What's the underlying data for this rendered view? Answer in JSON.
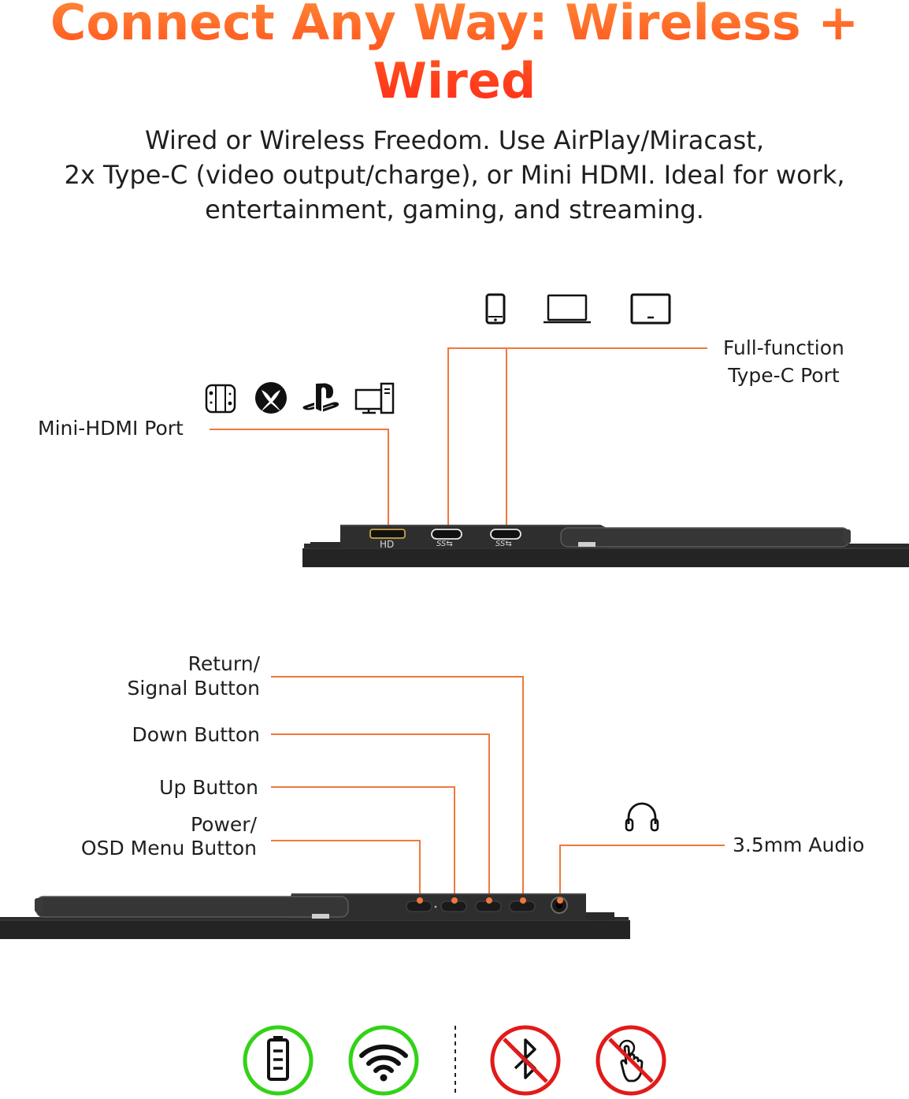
{
  "header": {
    "title_line1": "Connect Any Way: Wireless +",
    "title_line2": "Wired",
    "subtitle_line1": "Wired or Wireless Freedom. Use AirPlay/Miracast,",
    "subtitle_line2": "2x Type-C (video output/charge), or Mini HDMI. Ideal for work,",
    "subtitle_line3": "entertainment, gaming, and streaming."
  },
  "top_diagram": {
    "mini_hdmi_label": "Mini-HDMI Port",
    "typec_label_line1": "Full-function",
    "typec_label_line2": "Type-C Port",
    "port_labels": {
      "hdmi": "HD",
      "usbc1": "SS⇆",
      "usbc2": "SS⇆"
    },
    "mini_hdmi_devices": [
      "switch-icon",
      "xbox-icon",
      "playstation-icon",
      "desktop-pc-icon"
    ],
    "typec_devices": [
      "phone-icon",
      "laptop-icon",
      "tablet-icon"
    ]
  },
  "bottom_diagram": {
    "return_label_line1": "Return/",
    "return_label_line2": "Signal Button",
    "down_label": "Down Button",
    "up_label": "Up Button",
    "power_label_line1": "Power/",
    "power_label_line2": "OSD Menu Button",
    "audio_label": "3.5mm Audio",
    "audio_icon": "headphones-icon"
  },
  "features": {
    "supported": [
      "battery-icon",
      "wifi-icon"
    ],
    "not_supported": [
      "bluetooth-icon",
      "touch-icon"
    ],
    "colors": {
      "supported": "#32d317",
      "not_supported": "#e21a1a",
      "accent": "#f0783c"
    }
  }
}
